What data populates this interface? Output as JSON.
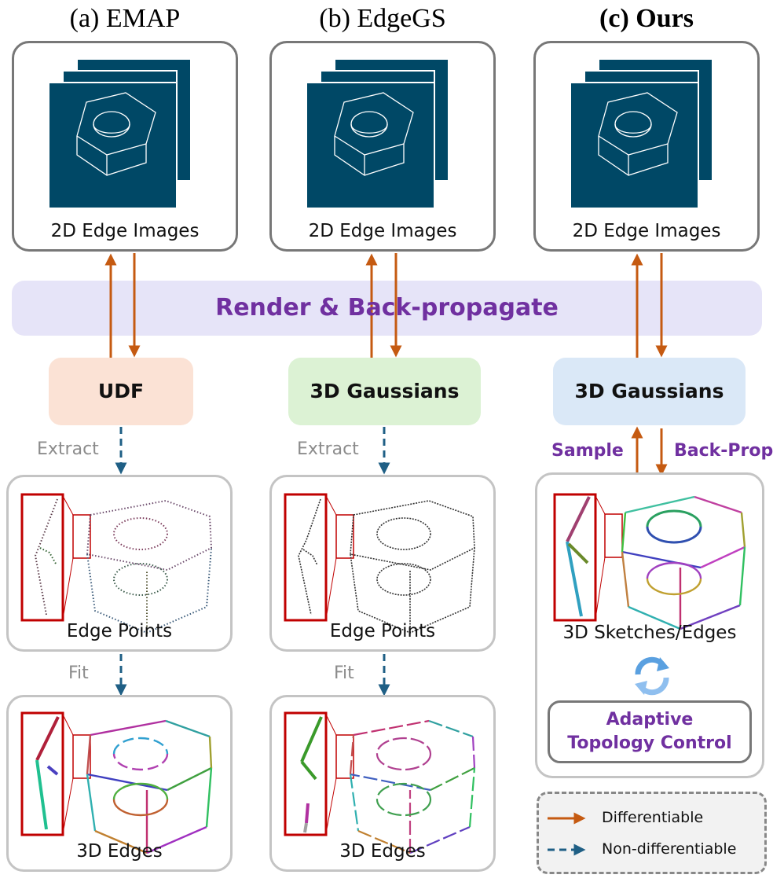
{
  "columns": [
    {
      "title": "(a) EMAP",
      "bold_title": false,
      "top_caption": "2D Edge Images",
      "mid_node": "UDF",
      "step1_label": "Extract",
      "box2_caption": "Edge Points",
      "step2_label": "Fit",
      "box3_caption": "3D Edges"
    },
    {
      "title": "(b) EdgeGS",
      "bold_title": false,
      "top_caption": "2D Edge Images",
      "mid_node": "3D Gaussians",
      "step1_label": "Extract",
      "box2_caption": "Edge Points",
      "step2_label": "Fit",
      "box3_caption": "3D Edges"
    },
    {
      "title": "(c) Ours",
      "bold_title": true,
      "top_caption": "2D Edge Images",
      "mid_node": "3D Gaussians",
      "sample_label": "Sample",
      "backprop_label": "Back-Prop",
      "box2_caption": "3D Sketches/Edges",
      "adaptive_line1": "Adaptive",
      "adaptive_line2": "Topology Control"
    }
  ],
  "band_label": "Render & Back-propagate",
  "legend": {
    "differentiable": "Differentiable",
    "non_differentiable": "Non-differentiable"
  },
  "colors": {
    "edge_image_bg": "#004866",
    "differentiable_arrow": "#c55a11",
    "non_differentiable_arrow": "#1f5f85",
    "band_fill": "#e6e4f8",
    "purple_text": "#7030a0",
    "udf_fill": "#fbe2d5",
    "gaussians_green_fill": "#dcf2d4",
    "gaussians_blue_fill": "#dae8f7",
    "inset_red": "#c00000"
  }
}
